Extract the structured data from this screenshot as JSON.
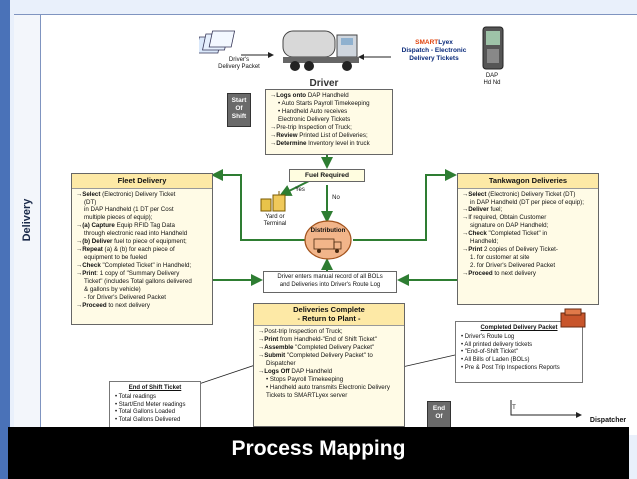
{
  "lane": {
    "label": "Delivery"
  },
  "top": {
    "packet_label": "Driver's\nDelivery Packet",
    "driver_label": "Driver",
    "smartlyex_brand": "SMART",
    "smartlyex_brand2": "Lyex",
    "smartlyex_title": "Dispatch - Electronic\nDelivery Tickets",
    "dap_label": "DAP\nHd Nd"
  },
  "start_of_shift": "Start\nOf\nShift",
  "driver_box": {
    "lines": [
      {
        "type": "b",
        "bold": "Logs onto",
        "text": " DAP Handheld"
      },
      {
        "type": "s",
        "text": "• Auto Starts Payroll Timekeeping"
      },
      {
        "type": "s",
        "text": "• Handheld Auto receives"
      },
      {
        "type": "s",
        "text": "  Electronic Delivery Tickets"
      },
      {
        "type": "b",
        "bold": "",
        "text": "Pre-trip Inspection of Truck;"
      },
      {
        "type": "b",
        "bold": "Review",
        "text": " Printed List of Deliveries;"
      },
      {
        "type": "b",
        "bold": "Determine",
        "text": " Inventory level in truck"
      }
    ]
  },
  "fuel_required": "Fuel Required",
  "yes_label": "Yes",
  "no_label": "No",
  "yard_label": "Yard or\nTerminal",
  "distribution_label": "Distribution",
  "record_note": "Driver enters manual record of all BOLs\nand Deliveries into Driver's Route Log",
  "fleet": {
    "title": "Fleet Delivery",
    "lines": [
      {
        "type": "b",
        "bold": "Select",
        "text": " (Electronic) Delivery Ticket"
      },
      {
        "type": "s",
        "text": "(DT)"
      },
      {
        "type": "s",
        "text": "in DAP Handheld (1 DT per Cost"
      },
      {
        "type": "s",
        "text": "multiple pieces of equip);"
      },
      {
        "type": "b",
        "bold": "(a) Capture",
        "text": " Equip RFID Tag Data"
      },
      {
        "type": "s",
        "text": "through electronic read into Handheld"
      },
      {
        "type": "b",
        "bold": "(b) Deliver",
        "text": " fuel to piece of equipment;"
      },
      {
        "type": "b",
        "bold": "Repeat",
        "text": " (a) & (b) for each piece of"
      },
      {
        "type": "s",
        "text": "equipment to be fueled"
      },
      {
        "type": "b",
        "bold": "Check",
        "text": " \"Completed Ticket\" in Handheld;"
      },
      {
        "type": "b",
        "bold": "Print",
        "text": ": 1 copy of \"Summary Delivery"
      },
      {
        "type": "s",
        "text": "Ticket\" (includes Total gallons delivered"
      },
      {
        "type": "s",
        "text": "& gallons by vehicle)"
      },
      {
        "type": "s",
        "text": "- for Driver's Delivered Packet"
      },
      {
        "type": "b",
        "bold": "Proceed",
        "text": " to next delivery"
      }
    ]
  },
  "tankwagon": {
    "title": "Tankwagon Deliveries",
    "lines": [
      {
        "type": "b",
        "bold": "Select",
        "text": " (Electronic) Delivery Ticket (DT)"
      },
      {
        "type": "s",
        "text": "in DAP Handheld (DT per piece of equip);"
      },
      {
        "type": "b",
        "bold": "Deliver",
        "text": " fuel;"
      },
      {
        "type": "b",
        "bold": "",
        "text": "If required, Obtain Customer"
      },
      {
        "type": "s",
        "text": "signature on DAP Handheld;"
      },
      {
        "type": "b",
        "bold": "Check",
        "text": " \"Completed Ticket\" in"
      },
      {
        "type": "s",
        "text": "Handheld;"
      },
      {
        "type": "b",
        "bold": "Print",
        "text": " 2 copies of Delivery Ticket-"
      },
      {
        "type": "s",
        "text": "1. for customer at site"
      },
      {
        "type": "s",
        "text": "2. for Driver's Delivered Packet"
      },
      {
        "type": "b",
        "bold": "Proceed",
        "text": " to next delivery"
      }
    ]
  },
  "complete": {
    "title": "Deliveries Complete\n- Return to Plant -",
    "lines": [
      {
        "type": "b",
        "bold": "",
        "text": "Post-trip Inspection of Truck;"
      },
      {
        "type": "b",
        "bold": "Print",
        "text": " from Handheld-\"End of Shift Ticket\""
      },
      {
        "type": "b",
        "bold": "Assemble",
        "text": " \"Completed Delivery Packet\""
      },
      {
        "type": "b",
        "bold": "Submit",
        "text": " \"Completed Delivery Packet\" to"
      },
      {
        "type": "s",
        "text": "Dispatcher"
      },
      {
        "type": "b",
        "bold": "Logs Off",
        "text": " DAP Handheld"
      },
      {
        "type": "s",
        "text": "• Stops Payroll Timekeeping"
      },
      {
        "type": "s",
        "text": "• Handheld auto transmits Electronic Delivery"
      },
      {
        "type": "s",
        "text": "  Tickets to SMARTLyex server"
      }
    ]
  },
  "completed_packet": {
    "title": "Completed Delivery Packet",
    "items": [
      "• Driver's Route Log",
      "• All printed delivery tickets",
      "• \"End-of-Shift Ticket\"",
      "• All Bills of Laden (BOLs)",
      "• Pre & Post Trip Inspections Reports"
    ]
  },
  "end_shift_ticket": {
    "title": "End of Shift Ticket",
    "items": [
      "• Total readings",
      "• Start/End Meter readings",
      "• Total Gallons Loaded",
      "• Total Gallons Delivered"
    ]
  },
  "end_of_shift": "End\nOf",
  "dispatcher_label": "Dispatcher",
  "t_label": "T",
  "footer": {
    "title": "Process Mapping"
  },
  "colors": {
    "lane_bar": "#4a72b8",
    "box_fill": "#fffbe6",
    "box_header": "#fde9a6",
    "arrow": "#2e7d32",
    "footer": "#000000"
  }
}
